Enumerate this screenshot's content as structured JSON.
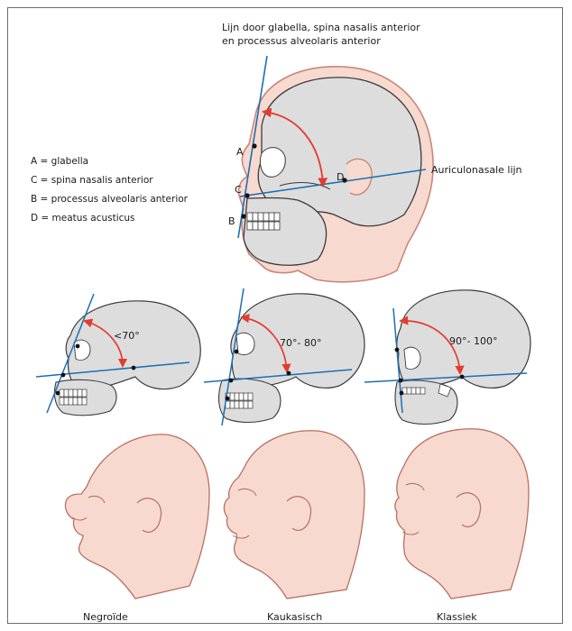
{
  "top_label": {
    "line1": "Lijn door glabella, spina nasalis anterior",
    "line2": "en processus alveolaris anterior"
  },
  "legend": [
    "A = glabella",
    "C = spina nasalis anterior",
    "B =  processus alveolaris anterior",
    "D = meatus acusticus"
  ],
  "line_label": "Auriculonasale lijn",
  "points": {
    "a": "A",
    "b": "B",
    "c": "C",
    "d": "D"
  },
  "skulls": [
    {
      "angle": "<70°",
      "caption": "Negroïde"
    },
    {
      "angle": "70°- 80°",
      "caption": "Kaukasisch"
    },
    {
      "angle": "90°- 100°",
      "caption": "Klassiek"
    }
  ],
  "colors": {
    "bone": "#dddddd",
    "skin": "#f7d9cf",
    "skin_stroke": "#c9867a",
    "outline": "#3a3a3a",
    "axis_line": "#1a6fb5",
    "angle_arc": "#e53a2f"
  }
}
